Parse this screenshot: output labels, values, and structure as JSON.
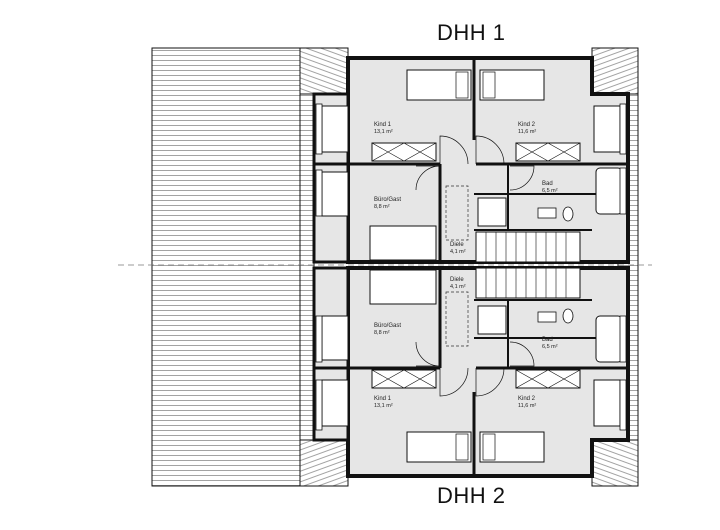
{
  "title_top": "DHH 1",
  "title_bottom": "DHH 2",
  "rooms": {
    "u_kind1": {
      "name": "Kind 1",
      "area": "13,1 m²"
    },
    "u_kind2": {
      "name": "Kind 2",
      "area": "11,6 m²"
    },
    "u_buero": {
      "name": "Büro/Gast",
      "area": "8,8 m²"
    },
    "u_bad": {
      "name": "Bad",
      "area": "6,5 m²"
    },
    "u_diele": {
      "name": "Diele",
      "area": "4,1 m²"
    },
    "l_diele": {
      "name": "Diele",
      "area": "4,1 m²"
    },
    "l_buero": {
      "name": "Büro/Gast",
      "area": "8,8 m²"
    },
    "l_bad": {
      "name": "Bad",
      "area": "6,5 m²"
    },
    "l_kind1": {
      "name": "Kind 1",
      "area": "13,1 m²"
    },
    "l_kind2": {
      "name": "Kind 2",
      "area": "11,6 m²"
    }
  },
  "colors": {
    "floor": "#e6e6e6",
    "wall": "#111111",
    "roof_line": "#555555"
  }
}
